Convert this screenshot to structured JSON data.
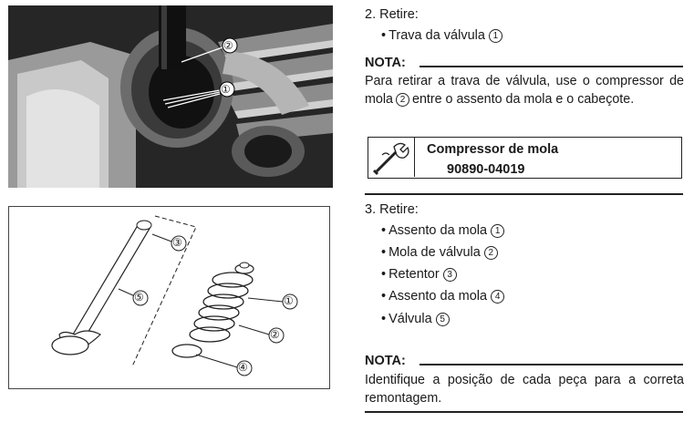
{
  "photo": {
    "callouts": [
      "②",
      "①"
    ]
  },
  "diagram": {
    "callouts": [
      "③",
      "⑤",
      "①",
      "②",
      "④"
    ]
  },
  "step2": {
    "label": "2. Retire:",
    "items": [
      {
        "text": "Trava da válvula",
        "num": "1"
      }
    ]
  },
  "nota1": {
    "title": "NOTA:",
    "parts": [
      "Para retirar a trava de válvula, use o compressor de mola",
      "2",
      "entre o assento da mola e o cabeçote."
    ]
  },
  "tool": {
    "icon": "wrench-icon",
    "name": "Compressor de mola",
    "code": "90890-04019"
  },
  "step3": {
    "label": "3. Retire:",
    "items": [
      {
        "text": "Assento da mola",
        "num": "1"
      },
      {
        "text": "Mola de válvula",
        "num": "2"
      },
      {
        "text": "Retentor",
        "num": "3"
      },
      {
        "text": "Assento da mola",
        "num": "4"
      },
      {
        "text": "Válvula",
        "num": "5"
      }
    ]
  },
  "nota2": {
    "title": "NOTA:",
    "text": "Identifique a posição de cada peça para a correta remontagem."
  }
}
